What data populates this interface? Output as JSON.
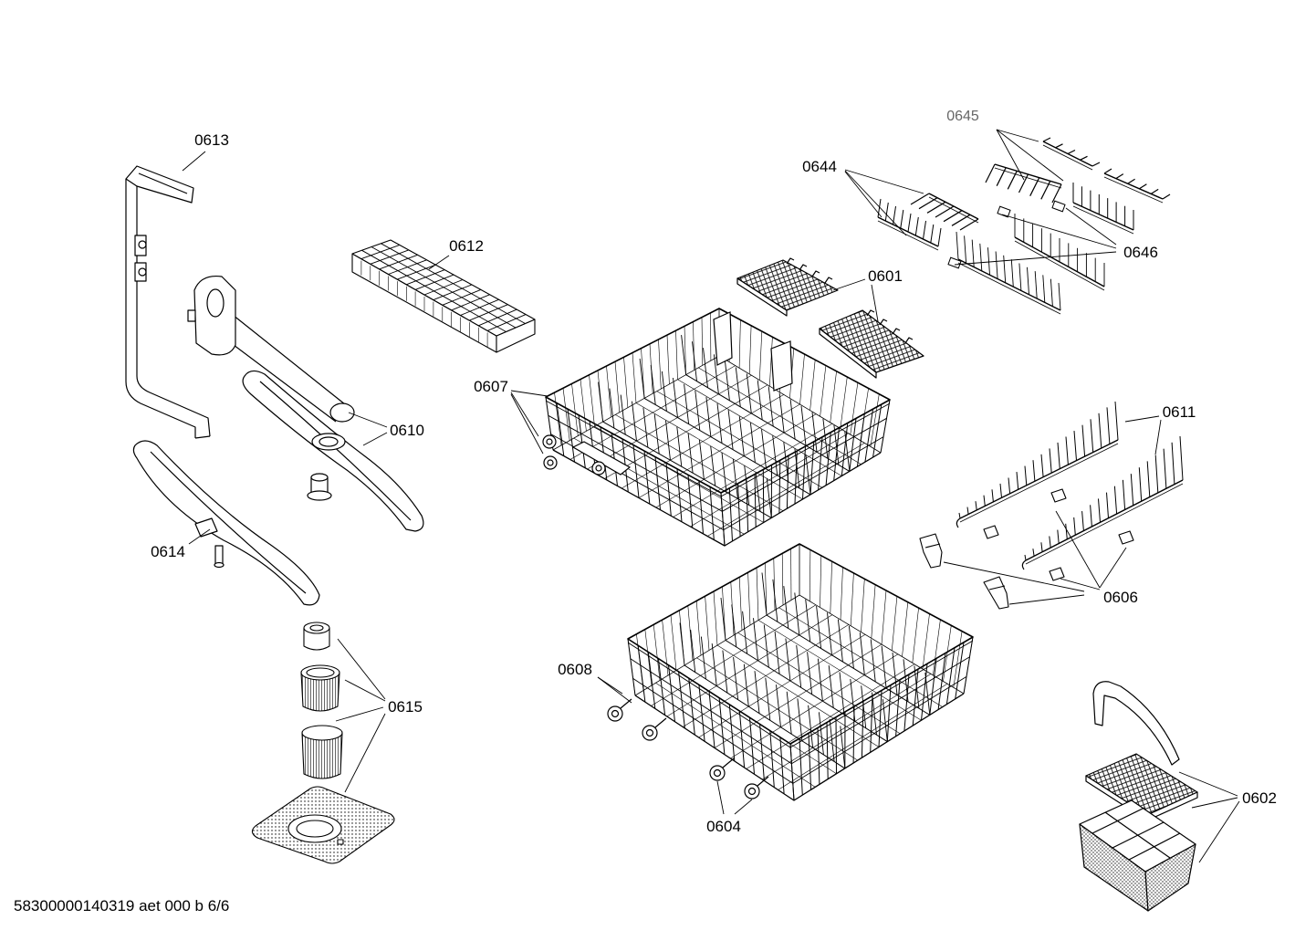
{
  "callouts": {
    "c0613": "0613",
    "c0612": "0612",
    "c0645": "0645",
    "c0644": "0644",
    "c0646": "0646",
    "c0601": "0601",
    "c0607": "0607",
    "c0610": "0610",
    "c0611": "0611",
    "c0614": "0614",
    "c0606": "0606",
    "c0608": "0608",
    "c0615": "0615",
    "c0604": "0604",
    "c0602": "0602"
  },
  "footer": {
    "document_code": "58300000140319 aet 000 b 6/6"
  },
  "colors": {
    "line": "#000000",
    "background": "#ffffff"
  }
}
